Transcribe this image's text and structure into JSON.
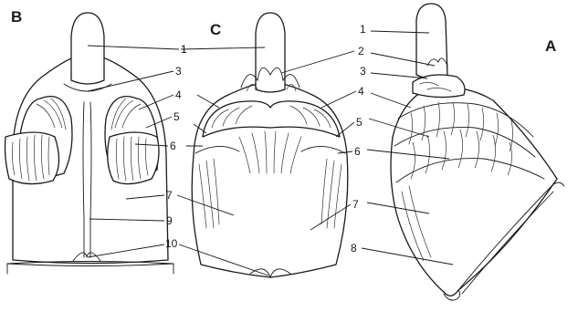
{
  "panels": {
    "b": {
      "letter": "B",
      "labels": [
        "1",
        "3",
        "4",
        "5",
        "6",
        "7",
        "9",
        "10"
      ]
    },
    "c": {
      "letter": "C",
      "labels": [
        "1",
        "2",
        "4",
        "5",
        "6",
        "7",
        "10"
      ]
    },
    "a": {
      "letter": "A",
      "labels": [
        "1",
        "2",
        "3",
        "4",
        "5",
        "6",
        "7",
        "8"
      ]
    }
  }
}
